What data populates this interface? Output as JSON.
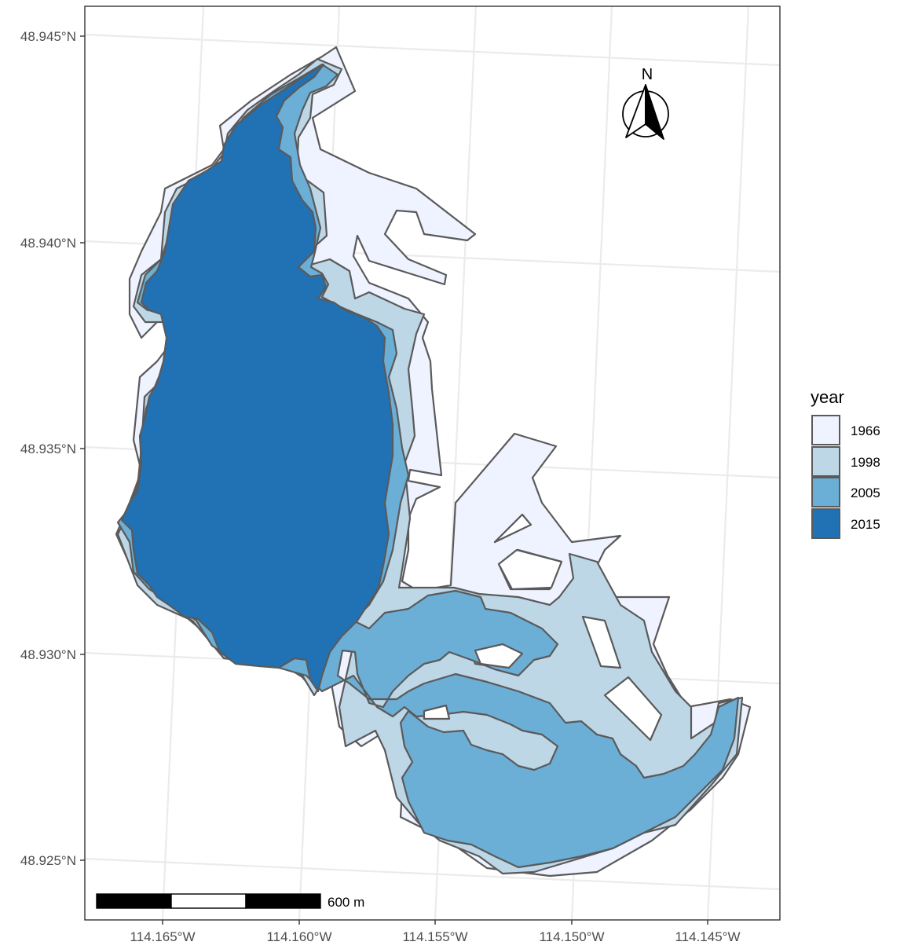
{
  "map": {
    "y_axis_labels": [
      "48.945°N",
      "48.940°N",
      "48.935°N",
      "48.930°N",
      "48.925°N"
    ],
    "x_axis_labels": [
      "114.165°W",
      "114.160°W",
      "114.155°W",
      "114.150°W",
      "114.145°W"
    ],
    "north_arrow_label": "N",
    "scale_bar_label": "600 m",
    "legend": {
      "title": "year",
      "items": [
        {
          "label": "1966",
          "color": "#eff3ff"
        },
        {
          "label": "1998",
          "color": "#bdd7e7"
        },
        {
          "label": "2005",
          "color": "#6baed6"
        },
        {
          "label": "2015",
          "color": "#2171b5"
        }
      ]
    },
    "colors": {
      "outline": "#5a5a5a",
      "grid": "#ebebeb",
      "panel_border": "#333333",
      "tick_text": "#4d4d4d"
    }
  }
}
